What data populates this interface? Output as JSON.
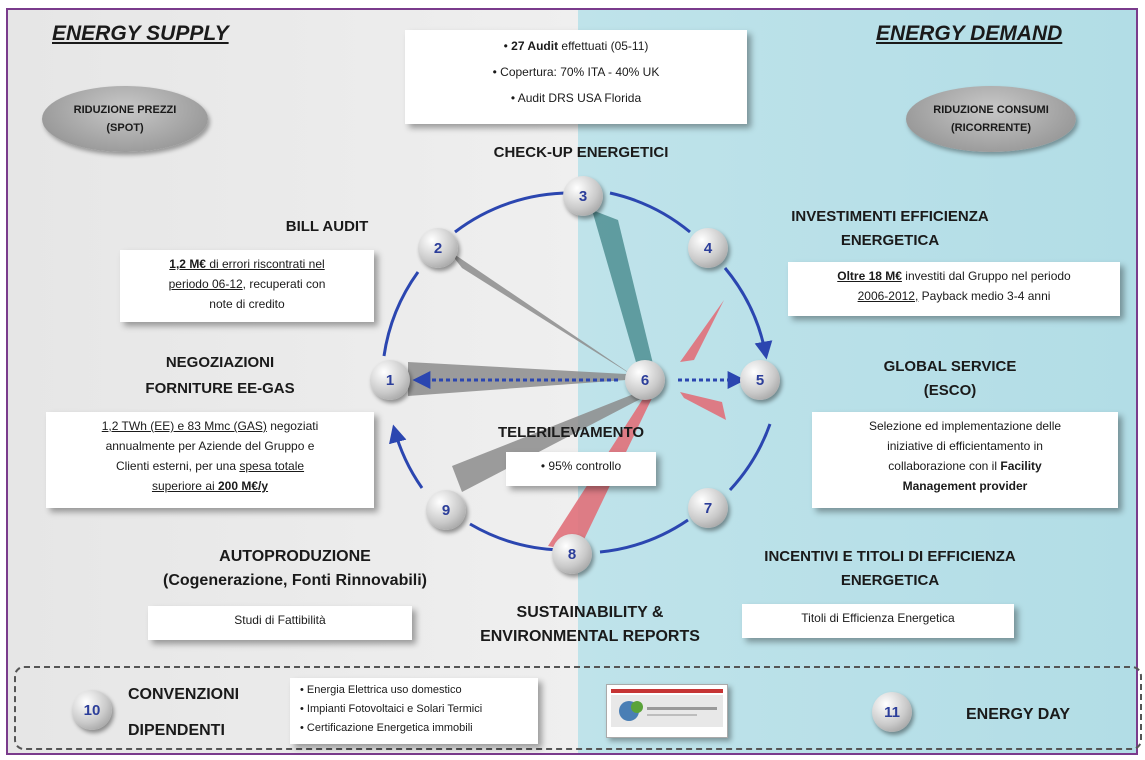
{
  "titles": {
    "supply": "ENERGY SUPPLY",
    "demand": "ENERGY DEMAND"
  },
  "ellipses": {
    "supply": [
      "RIDUZIONE PREZZI",
      "(SPOT)"
    ],
    "demand": [
      "RIDUZIONE CONSUMI",
      "(RICORRENTE)"
    ]
  },
  "checkup": {
    "box": {
      "audit_count": "27 Audit",
      "audit_rest": "effettuati (05-11)",
      "coverage": "Copertura: 70% ITA - 40% UK",
      "drs": "Audit DRS USA Florida"
    },
    "label": "CHECK-UP ENERGETICI"
  },
  "bill_audit": {
    "label": "BILL AUDIT",
    "box": {
      "amount": "1,2 M€",
      "text1": " di errori riscontrati nel",
      "period": "periodo 06-12",
      "text2": ", recuperati con",
      "text3": "note di credito"
    }
  },
  "investimenti": {
    "label": [
      "INVESTIMENTI  EFFICIENZA",
      "ENERGETICA"
    ],
    "box": {
      "oltre": "Oltre 18 M€",
      "text1": " investiti dal Gruppo nel periodo",
      "years": "2006-2012,",
      "text2": " Payback medio 3-4 anni"
    }
  },
  "negoziazioni": {
    "label": [
      "NEGOZIAZIONI",
      "FORNITURE EE-GAS"
    ],
    "box": {
      "volumes": "1,2 TWh (EE) e 83 Mmc (GAS)",
      "text1": " negoziati",
      "text2": "annualmente per Aziende del Gruppo e",
      "text3": "Clienti esterni, per una ",
      "spesa": "spesa totale",
      "sup": "superiore ai ",
      "amount": "200 M€/y"
    }
  },
  "global_service": {
    "label": [
      "GLOBAL SERVICE",
      "(ESCO)"
    ],
    "box": {
      "l1": "Selezione ed implementazione  delle",
      "l2": "iniziative di efficientamento in",
      "l3": "collaborazione con il ",
      "fac": "Facility",
      "l4": "Management provider"
    }
  },
  "telerilevamento": {
    "label": "TELERILEVAMENTO",
    "box": "95% controllo"
  },
  "autoproduzione": {
    "label": [
      "AUTOPRODUZIONE",
      "(Cogenerazione, Fonti Rinnovabili)"
    ],
    "box": "Studi di Fattibilità"
  },
  "incentivi": {
    "label": [
      "INCENTIVI E TITOLI DI EFFICIENZA",
      "ENERGETICA"
    ],
    "box": "Titoli di Efficienza Energetica"
  },
  "sustainability": {
    "label": [
      "SUSTAINABILITY &",
      "ENVIRONMENTAL REPORTS"
    ]
  },
  "nodes": [
    "1",
    "2",
    "3",
    "4",
    "5",
    "6",
    "7",
    "8",
    "9",
    "10",
    "11"
  ],
  "bottom": {
    "convenzioni": [
      "CONVENZIONI",
      "DIPENDENTI"
    ],
    "items": [
      "Energia Elettrica uso domestico",
      "Impianti Fotovoltaici e Solari Termici",
      "Certificazione Energetica immobili"
    ],
    "energy_day": "ENERGY DAY"
  },
  "colors": {
    "circle": "#2b46b0",
    "gray_wedge": "#8c8c8c",
    "teal_wedge": "#4f8f93",
    "red_wedge": "#e0707a",
    "frame": "#7a3b8c"
  }
}
